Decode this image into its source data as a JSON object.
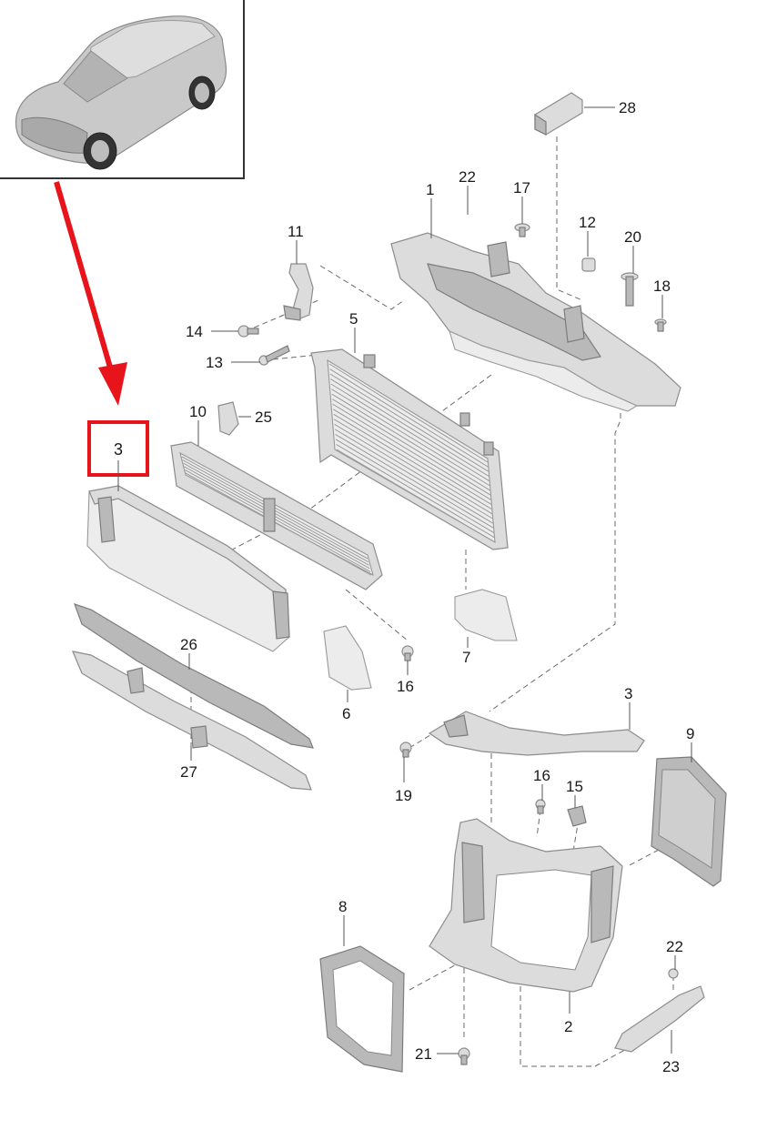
{
  "colors": {
    "highlight": "#e8141b",
    "part_fill": "#dcdcdc",
    "part_stroke": "#8c8c8c",
    "line": "#555555"
  },
  "inset": {
    "icon": "car-suv-icon"
  },
  "highlight": {
    "label": "3"
  },
  "callouts": {
    "c28": "28",
    "c22a": "22",
    "c1": "1",
    "c17": "17",
    "c12": "12",
    "c20": "20",
    "c18": "18",
    "c11": "11",
    "c14": "14",
    "c13": "13",
    "c5": "5",
    "c10": "10",
    "c25": "25",
    "c26": "26",
    "c27": "27",
    "c6": "6",
    "c16a": "16",
    "c7": "7",
    "c3b": "3",
    "c19": "19",
    "c16b": "16",
    "c15": "15",
    "c9": "9",
    "c8": "8",
    "c22b": "22",
    "c2": "2",
    "c21": "21",
    "c23": "23"
  }
}
